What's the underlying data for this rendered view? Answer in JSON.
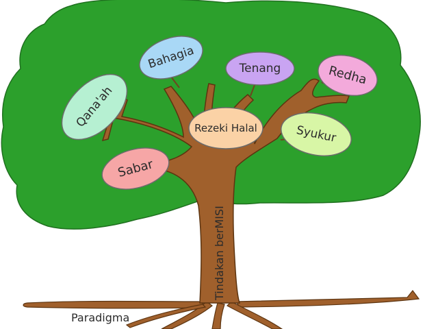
{
  "values": {
    "qanaah": "Qana'ah",
    "bahagia": "Bahagia",
    "tenang": "Tenang",
    "redha": "Redha",
    "rezeki_halal": "Rezeki Halal",
    "syukur": "Syukur",
    "sabar": "Sabar"
  },
  "trunk_label": "Tindakan berMISI",
  "root_label": "Paradigma",
  "colors": {
    "crown": "#2ca02c",
    "bark": "#a0602c",
    "qanaah": "#b6f0d2",
    "bahagia": "#a9d8f6",
    "tenang": "#c9a4f2",
    "redha": "#f3aadb",
    "rezeki_halal": "#fbd2a6",
    "syukur": "#d8f6a6",
    "sabar": "#f6a6a6"
  }
}
